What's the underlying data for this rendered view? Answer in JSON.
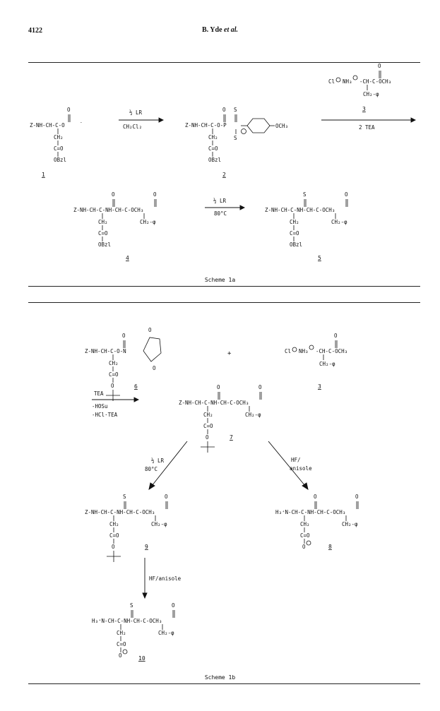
{
  "header": {
    "page_number": "4122",
    "author": "B. Yde",
    "et_al": "et al."
  },
  "scheme_a": {
    "caption": "Scheme 1a",
    "reagents": {
      "lr_half": "½ LR",
      "solvent": "CH₂Cl₂",
      "tea": "2 TEA",
      "lr_half_2": "½ LR",
      "temp": "80°C"
    },
    "compound_labels": [
      "1",
      "2",
      "3",
      "4",
      "5"
    ]
  },
  "scheme_b": {
    "caption": "Scheme 1b",
    "plus": "+",
    "reagents": {
      "tea": "TEA",
      "hosu": "-HOSu",
      "hcltea": "-HCl·TEA",
      "lr_half": "½ LR",
      "temp": "80°C",
      "hf1": "HF/",
      "hf1b": "anisole",
      "hf2": "HF/anisole"
    },
    "compound_labels": [
      "6",
      "3",
      "7",
      "9",
      "8",
      "10"
    ]
  }
}
